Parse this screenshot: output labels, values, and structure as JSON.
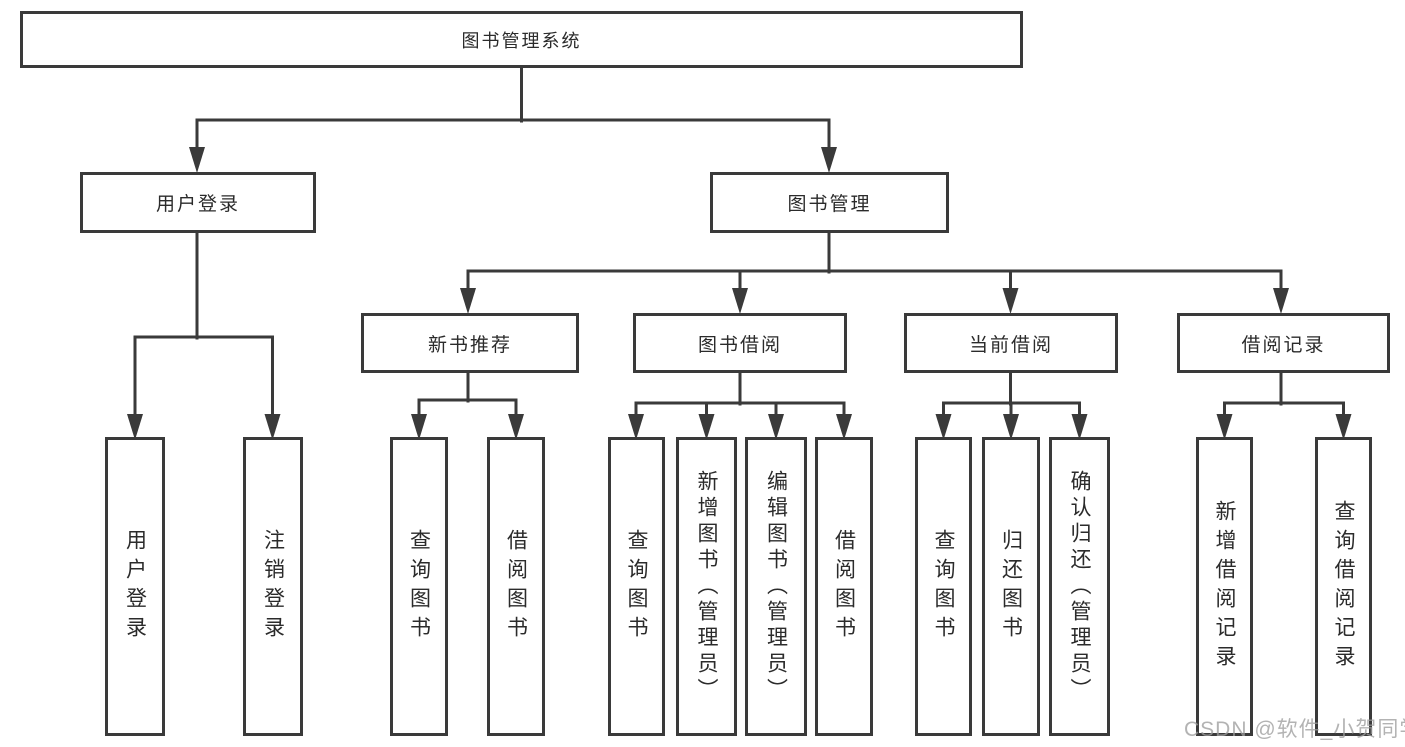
{
  "diagram": {
    "tree": {
      "label": "图书管理系统",
      "children": [
        {
          "label": "用户登录",
          "children": [
            {
              "label": "用户登录"
            },
            {
              "label": "注销登录"
            }
          ]
        },
        {
          "label": "图书管理",
          "children": [
            {
              "label": "新书推荐",
              "children": [
                {
                  "label": "查询图书"
                },
                {
                  "label": "借阅图书"
                }
              ]
            },
            {
              "label": "图书借阅",
              "children": [
                {
                  "label": "查询图书"
                },
                {
                  "label": "新增图书（管理员）"
                },
                {
                  "label": "编辑图书（管理员）"
                },
                {
                  "label": "借阅图书"
                }
              ]
            },
            {
              "label": "当前借阅",
              "children": [
                {
                  "label": "查询图书"
                },
                {
                  "label": "归还图书"
                },
                {
                  "label": "确认归还（管理员）"
                }
              ]
            },
            {
              "label": "借阅记录",
              "children": [
                {
                  "label": "新增借阅记录"
                },
                {
                  "label": "查询借阅记录"
                }
              ]
            }
          ]
        }
      ]
    },
    "watermark": "CSDN @软件_小贺同学",
    "colors": {
      "background": "#ffffff",
      "line": "#3a3a3a",
      "box_border": "#3a3a3a",
      "text": "#2b2b2b",
      "watermark": "#9e9e9e"
    }
  }
}
